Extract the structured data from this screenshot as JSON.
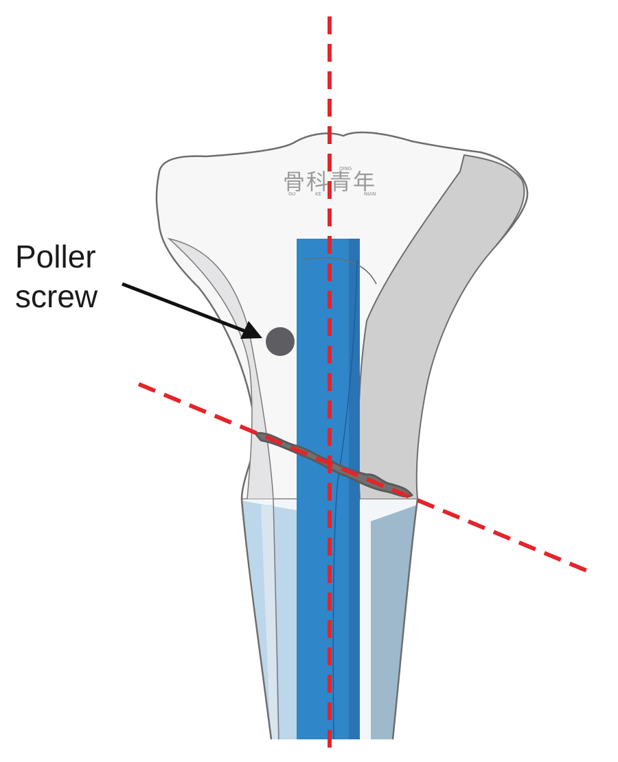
{
  "annotation": {
    "line1": "Poller",
    "line2": "screw"
  },
  "watermark": {
    "main": "骨科青年",
    "pinyin": [
      "GU",
      "KE",
      "QING",
      "NIAN"
    ]
  },
  "colors": {
    "nail": "#2f86c9",
    "nail_edge": "#2a6fb0",
    "reference_line": "#e3252b",
    "bone_light": "#f7f7f7",
    "bone_cortex": "#d6d6d6",
    "bone_outline": "#6d6d6d",
    "screw": "#5e5e62",
    "fracture": "#707070",
    "canal_blue": "#bcd6ea",
    "arrow": "#111111"
  },
  "icons": [
    "poller-screw-icon",
    "arrow-icon"
  ]
}
